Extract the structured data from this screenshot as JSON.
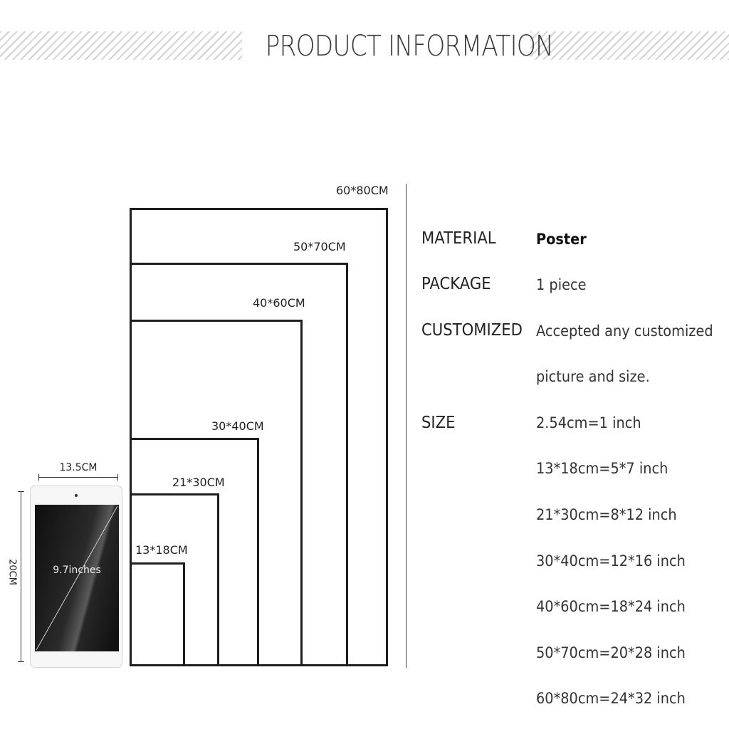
{
  "header": {
    "title": "PRODUCT INFORMATION"
  },
  "sizes": [
    {
      "label": "60*80CM"
    },
    {
      "label": "50*70CM"
    },
    {
      "label": "40*60CM"
    },
    {
      "label": "30*40CM"
    },
    {
      "label": "21*30CM"
    },
    {
      "label": "13*18CM"
    }
  ],
  "tablet": {
    "screen_label": "9.7inches",
    "width_label": "13.5CM",
    "height_label": "20CM"
  },
  "specs": {
    "material_key": "MATERIAL",
    "material_value": "Poster",
    "package_key": "PACKAGE",
    "package_value": "1 piece",
    "customized_key": "CUSTOMIZED",
    "customized_value_1": "Accepted any customized",
    "customized_value_2": "picture and size.",
    "size_key": "SIZE",
    "size_values": [
      "2.54cm=1 inch",
      "13*18cm=5*7 inch",
      "21*30cm=8*12 inch",
      "30*40cm=12*16 inch",
      "40*60cm=18*24 inch",
      "50*70cm=20*28 inch",
      "60*80cm=24*32 inch"
    ]
  }
}
